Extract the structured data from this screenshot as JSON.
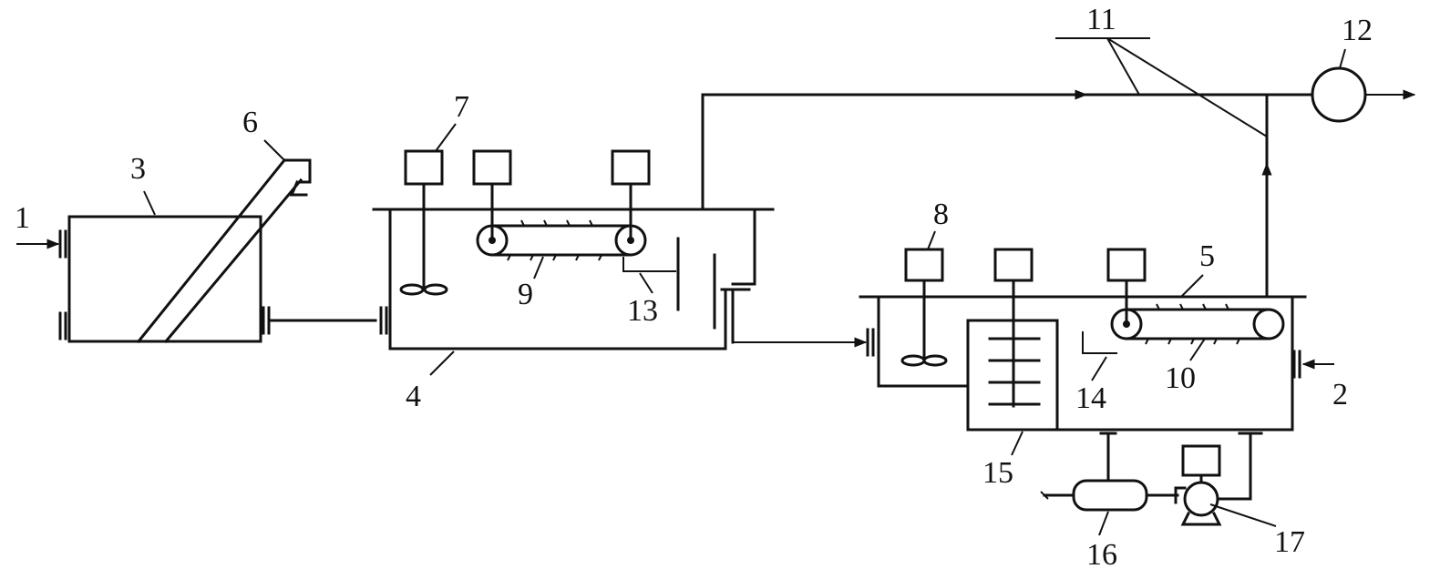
{
  "labels": {
    "n1": "1",
    "n2": "2",
    "n3": "3",
    "n4": "4",
    "n5": "5",
    "n6": "6",
    "n7": "7",
    "n8": "8",
    "n9": "9",
    "n10": "10",
    "n11": "11",
    "n12": "12",
    "n13": "13",
    "n14": "14",
    "n15": "15",
    "n16": "16",
    "n17": "17"
  }
}
